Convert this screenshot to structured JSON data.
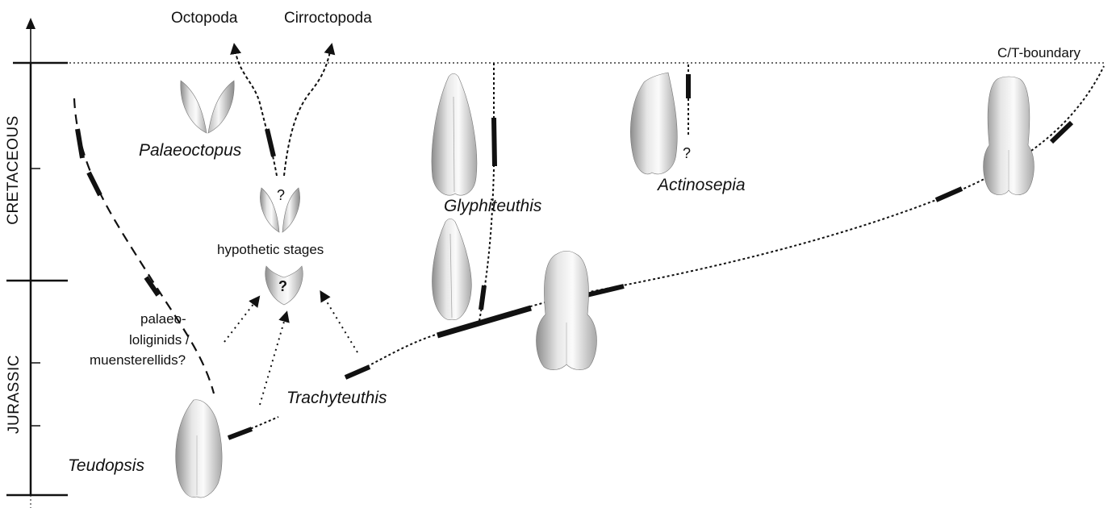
{
  "labels": {
    "octopoda": "Octopoda",
    "cirroctopoda": "Cirroctopoda",
    "ct_boundary": "C/T-boundary",
    "palaeoctopus": "Palaeoctopus",
    "glyphiteuthis": "Glyphiteuthis",
    "actinosepia": "Actinosepia",
    "hypothetic_stages": "hypothetic stages",
    "palaeo_line1": "palaeo-",
    "palaeo_line2": "loliginids /",
    "palaeo_line3": "muensterellids?",
    "trachyteuthis": "Trachyteuthis",
    "teudopsis": "Teudopsis",
    "q_upper": "?",
    "q_lower": "?",
    "q_actinosepia": "?"
  },
  "time_axis": {
    "periods": [
      "CRETACEOUS",
      "JURASSIC"
    ]
  },
  "colors": {
    "ink": "#111111",
    "gladius_light": "#f4f4f4",
    "gladius_shade": "#9a9a9a"
  }
}
